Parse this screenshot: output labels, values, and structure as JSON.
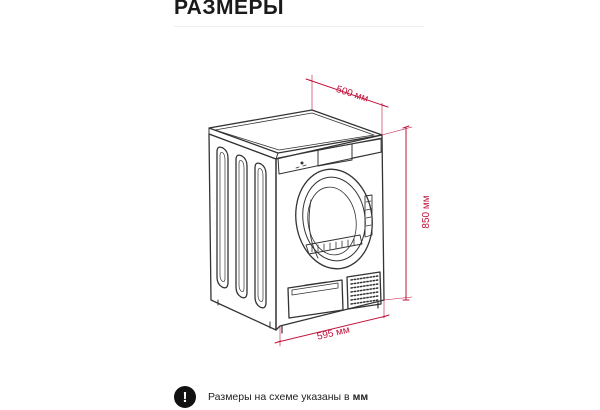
{
  "page": {
    "title": "РАЗМЕРЫ"
  },
  "dimensions": {
    "depth_label": "500 мм",
    "height_label": "850 мм",
    "width_label": "595 мм"
  },
  "note": {
    "icon": "exclamation-icon",
    "text": "Размеры на схеме указаны в",
    "unit": "мм"
  },
  "colors": {
    "dimension": "#c0143c",
    "line": "#333333",
    "text": "#222222"
  }
}
